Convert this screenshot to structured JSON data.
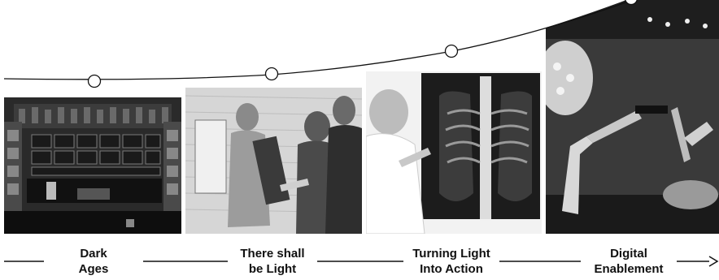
{
  "colors": {
    "ink": "#111111",
    "background": "#ffffff",
    "photo_dark": "#1a1a1a",
    "photo_light": "#e8e8e8"
  },
  "eras": [
    {
      "line1": "Dark",
      "line2": "Ages",
      "image": "apothecary-cabinet-photo"
    },
    {
      "line1": "There shall",
      "line2": "be Light",
      "image": "early-xray-engraving-photo"
    },
    {
      "line1": "Turning Light",
      "line2": "Into Action",
      "image": "chest-xray-review-photo"
    },
    {
      "line1": "Digital",
      "line2": "Enablement",
      "image": "robotic-surgery-photo"
    }
  ]
}
